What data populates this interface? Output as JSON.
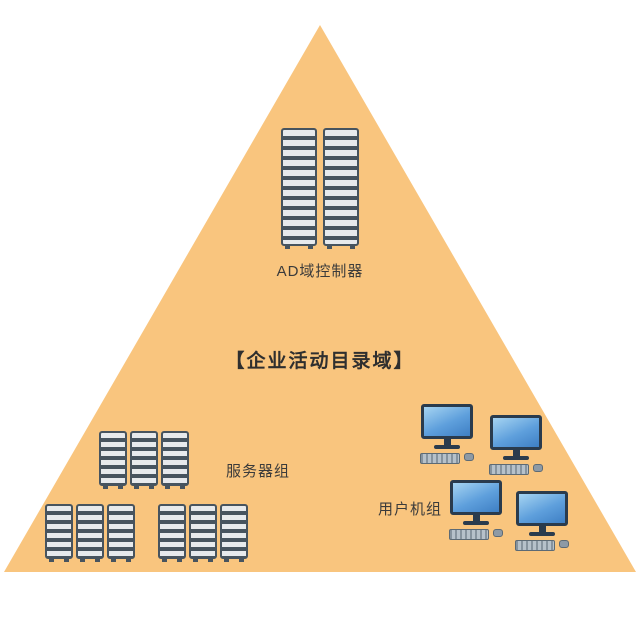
{
  "diagram": {
    "title": "【企业活动目录域】",
    "shape": "pyramid-triangle",
    "colors": {
      "triangle_fill": "#F9C57E",
      "rack_body": "#47545F",
      "rack_slot": "#E7EAED",
      "monitor_screen": "#5E9FDC",
      "monitor_frame": "#2A3B4D",
      "text": "#3B3B3B"
    },
    "nodes": [
      {
        "id": "ad-domain-controller",
        "label": "AD域控制器",
        "icon": "server-rack-icon",
        "icon_count": 2,
        "position": "top"
      },
      {
        "id": "server-group",
        "label": "服务器组",
        "icon": "server-rack-icon",
        "icon_count": 9,
        "position": "bottom-left"
      },
      {
        "id": "user-group",
        "label": "用户机组",
        "icon": "desktop-computer-icon",
        "icon_count": 4,
        "position": "bottom-right"
      }
    ]
  }
}
